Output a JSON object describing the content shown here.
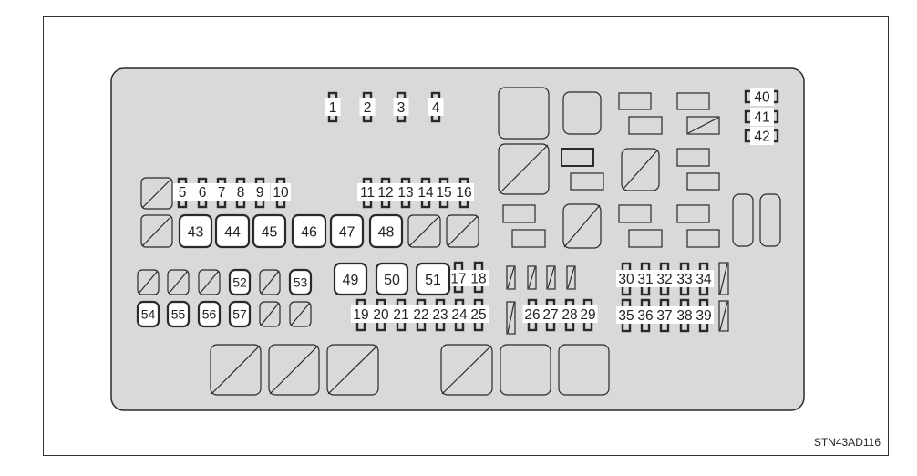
{
  "caption": "STN43AD116",
  "fuses": [
    "1",
    "2",
    "3",
    "4",
    "5",
    "6",
    "7",
    "8",
    "9",
    "10",
    "11",
    "12",
    "13",
    "14",
    "15",
    "16",
    "17",
    "18",
    "19",
    "20",
    "21",
    "22",
    "23",
    "24",
    "25",
    "26",
    "27",
    "28",
    "29",
    "30",
    "31",
    "32",
    "33",
    "34",
    "35",
    "36",
    "37",
    "38",
    "39",
    "40",
    "41",
    "42"
  ],
  "relays": [
    "43",
    "44",
    "45",
    "46",
    "47",
    "48",
    "49",
    "50",
    "51",
    "52",
    "53",
    "54",
    "55",
    "56",
    "57"
  ],
  "colors": {
    "panel": "#d8d9da",
    "stroke": "#2a2a2a",
    "label_bg": "#ffffff"
  }
}
